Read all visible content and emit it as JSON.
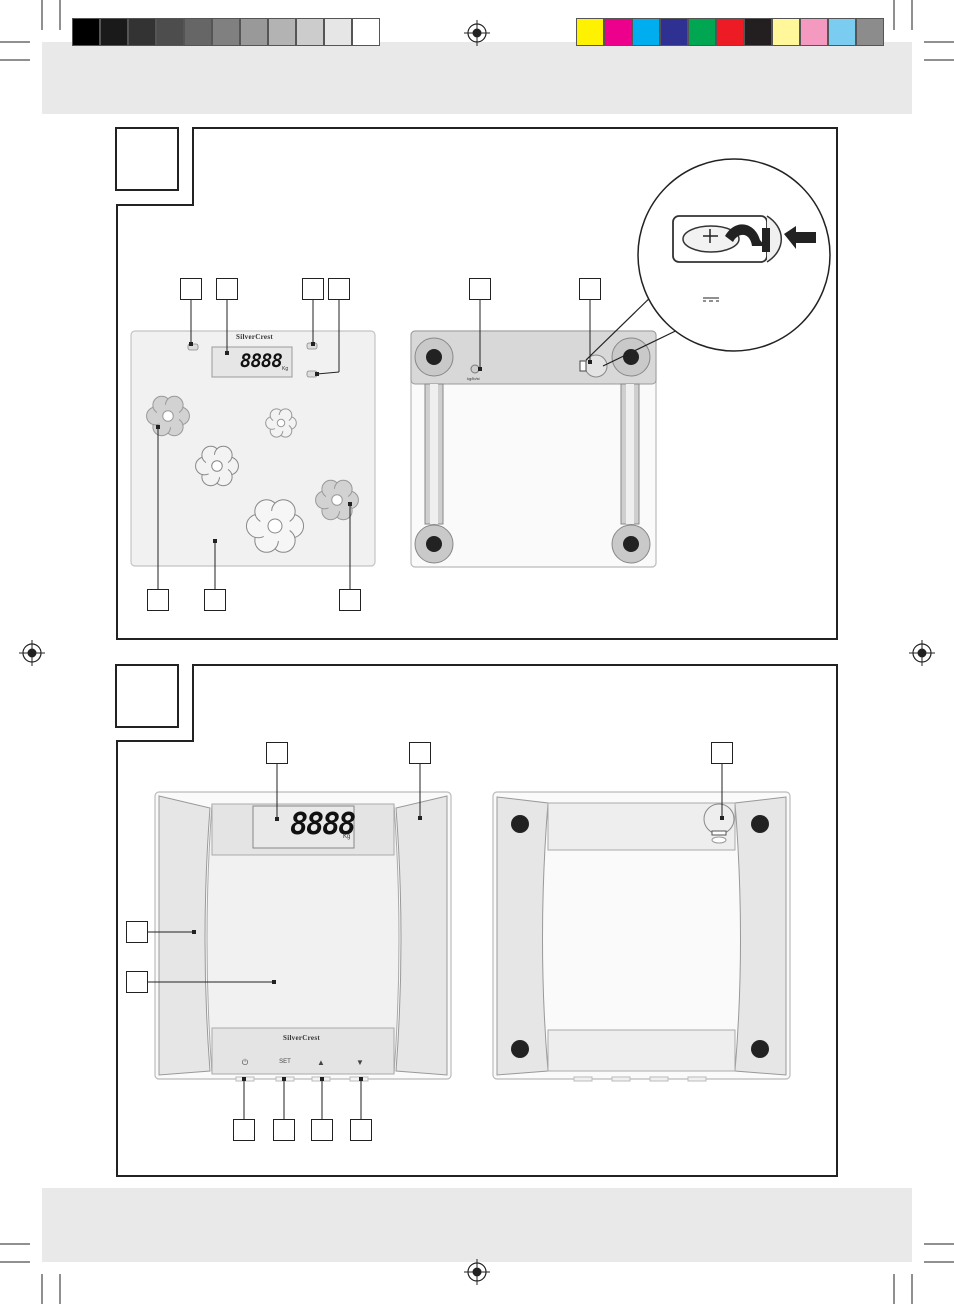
{
  "brand": {
    "name_small": "SilverCrest",
    "name_large": "SilverCrest"
  },
  "display": {
    "digits_small": "8888",
    "digits_large": "8888",
    "unit": "Kg"
  },
  "rear": {
    "switch_label": "kg/lb/st"
  },
  "buttons": {
    "power_symbol": "⏻",
    "set_label": "SET",
    "up_symbol": "▲",
    "down_symbol": "▼"
  },
  "colors": {
    "grayscale_bar": [
      "#000000",
      "#1a1a1a",
      "#333333",
      "#4d4d4d",
      "#666666",
      "#808080",
      "#999999",
      "#b3b3b3",
      "#cccccc",
      "#e6e6e6",
      "#ffffff"
    ],
    "color_bar": [
      "#fff200",
      "#ec008c",
      "#00aeef",
      "#2e3192",
      "#00a651",
      "#ed1c24",
      "#231f20",
      "#fff799",
      "#f49ac1",
      "#7accf0",
      "#8c8c8c"
    ]
  }
}
